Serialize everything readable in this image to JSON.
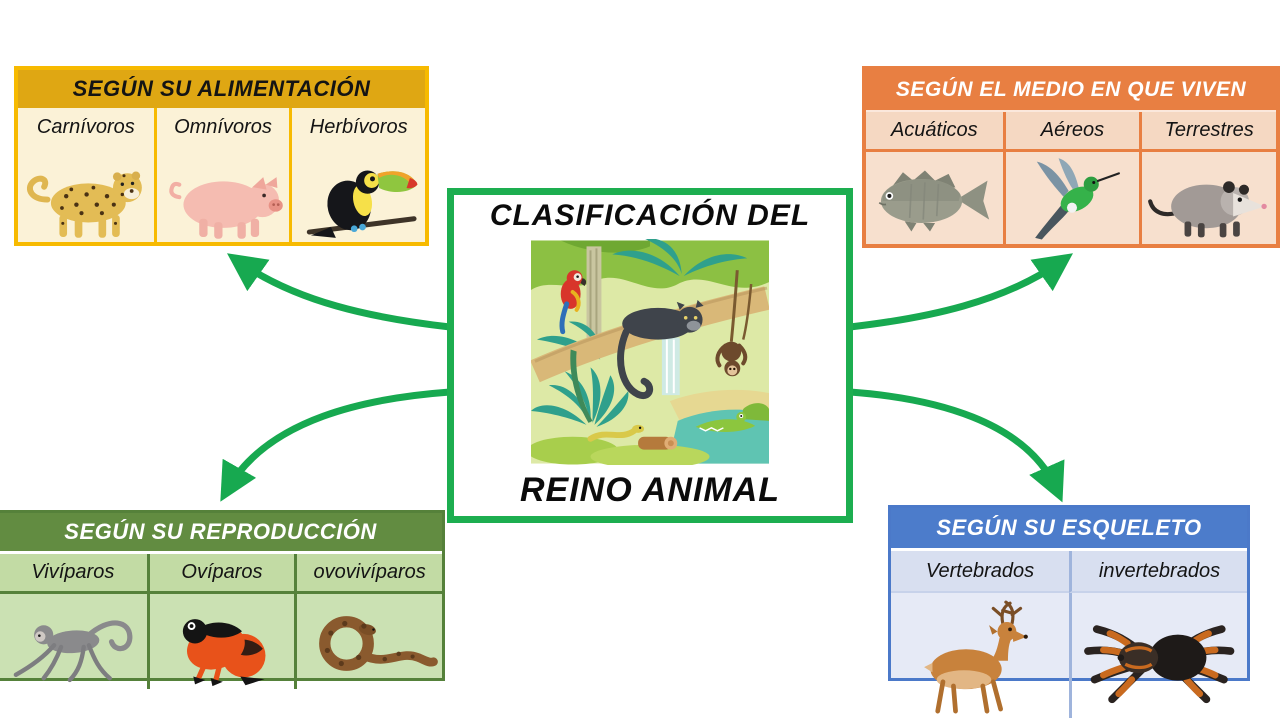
{
  "center": {
    "title_line1": "CLASIFICACIÓN DEL",
    "title_line2": "REINO ANIMAL",
    "image": "jungle-scene"
  },
  "boxes": {
    "alimentacion": {
      "header": "SEGÚN SU ALIMENTACIÓN",
      "columns": [
        {
          "label": "Carnívoros",
          "image": "jaguar-image"
        },
        {
          "label": "Omnívoros",
          "image": "pig-image"
        },
        {
          "label": "Herbívoros",
          "image": "toucan-image"
        }
      ],
      "colors": {
        "border": "#F7BA00",
        "header_bg": "#DFA713",
        "header_text": "#141414",
        "body_bg": "#FBF2D7"
      }
    },
    "medio": {
      "header": "SEGÚN EL MEDIO EN QUE VIVEN",
      "columns": [
        {
          "label": "Acuáticos",
          "image": "fish-image"
        },
        {
          "label": "Aéreos",
          "image": "hummingbird-image"
        },
        {
          "label": "Terrestres",
          "image": "opossum-image"
        }
      ],
      "colors": {
        "border": "#E87F42",
        "header_bg": "#E87F42",
        "header_text": "#FFFFFF",
        "body_bg": "#F7E0CE"
      }
    },
    "reproduccion": {
      "header": "SEGÚN SU REPRODUCCIÓN",
      "columns": [
        {
          "label": "Vivíparos",
          "image": "monkey-image"
        },
        {
          "label": "Ovíparos",
          "image": "frog-image"
        },
        {
          "label": "ovovivíparos",
          "image": "snake-image"
        }
      ],
      "colors": {
        "border": "#55813A",
        "header_bg": "#628C41",
        "header_text": "#FFFFFF",
        "body_bg": "#CBE1B3"
      }
    },
    "esqueleto": {
      "header": "SEGÚN SU ESQUELETO",
      "columns": [
        {
          "label": "Vertebrados",
          "image": "deer-image"
        },
        {
          "label": "invertebrados",
          "image": "tarantula-image"
        }
      ],
      "colors": {
        "border": "#4B79C9",
        "header_bg": "#4C7CCB",
        "header_text": "#FFFFFF",
        "body_bg": "#E6EAF6"
      }
    }
  },
  "arrows": {
    "color": "#17A950",
    "count": 4,
    "style": "curved with arrowheads from center box to each category box"
  }
}
